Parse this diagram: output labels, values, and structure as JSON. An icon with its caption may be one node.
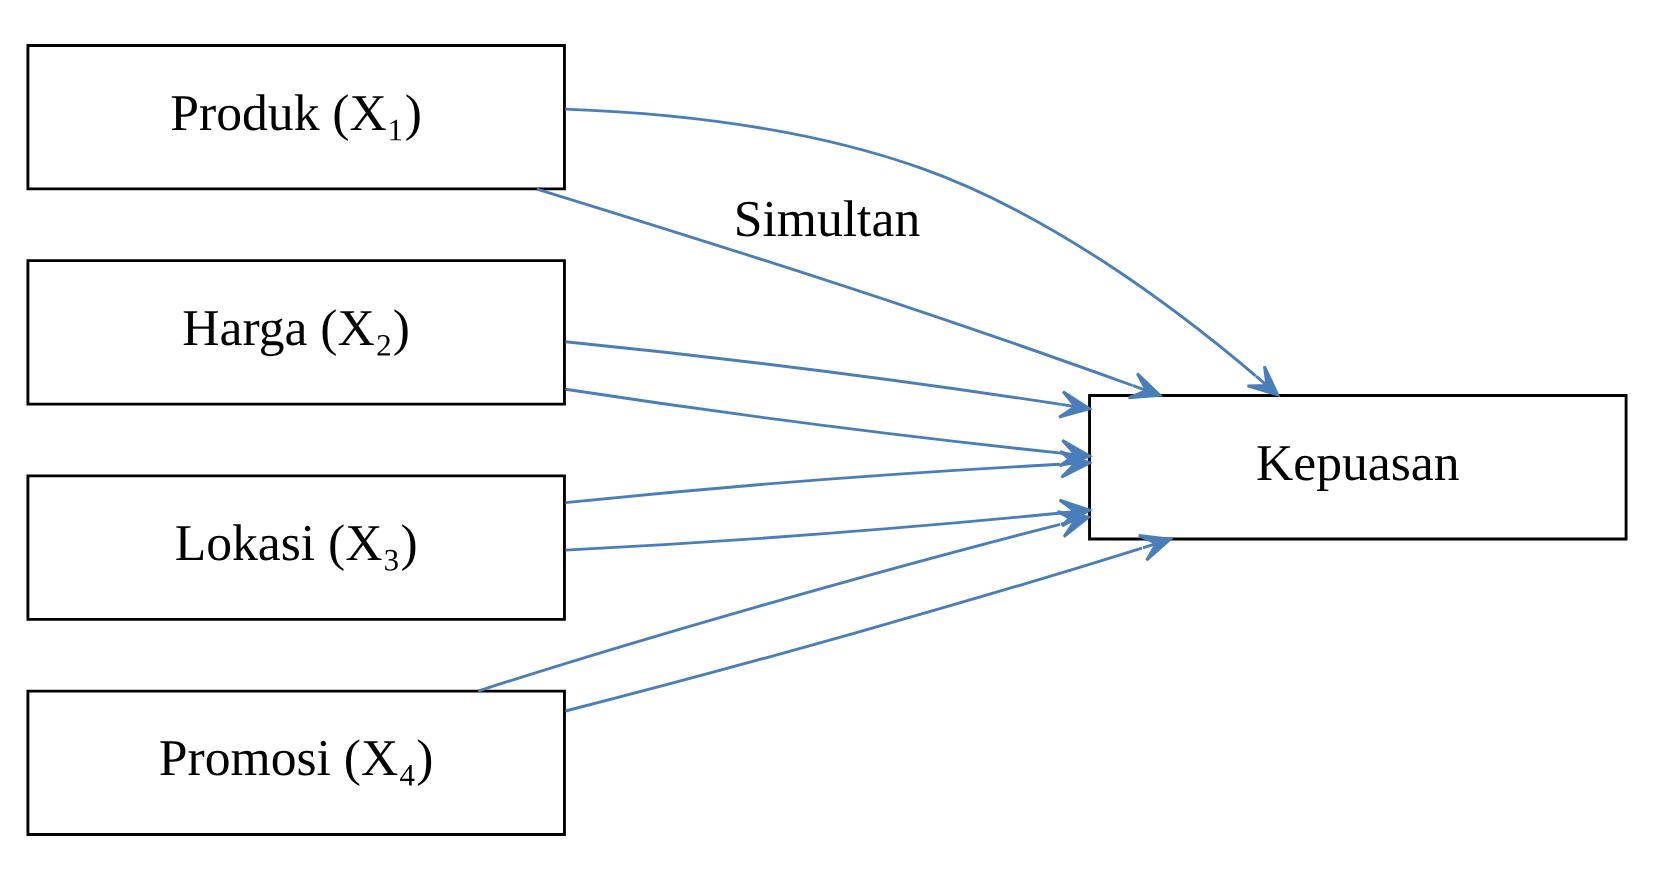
{
  "diagram": {
    "nodes": [
      {
        "text": [
          "Produk (X₁)"
        ]
      },
      {
        "text": [
          "Harga (X₂)"
        ]
      },
      {
        "text": [
          "Lokasi (X₃)"
        ]
      },
      {
        "text": [
          "Promosi (X₄)"
        ]
      },
      {
        "text": [
          "Kepuasan"
        ]
      }
    ],
    "edges": [
      {
        "from": 0,
        "to": 4,
        "arrow": "to"
      },
      {
        "from": 1,
        "to": 4,
        "arrow": "to"
      },
      {
        "from": 2,
        "to": 4,
        "arrow": "to"
      },
      {
        "from": 3,
        "to": 4,
        "arrow": "to"
      },
      {
        "from": 0,
        "to": 4,
        "arrow": "to",
        "label": "Simultan"
      },
      {
        "from": 1,
        "to": 4,
        "arrow": "to"
      },
      {
        "from": 2,
        "to": 4,
        "arrow": "to"
      },
      {
        "from": 3,
        "to": 4,
        "arrow": "to"
      }
    ]
  }
}
